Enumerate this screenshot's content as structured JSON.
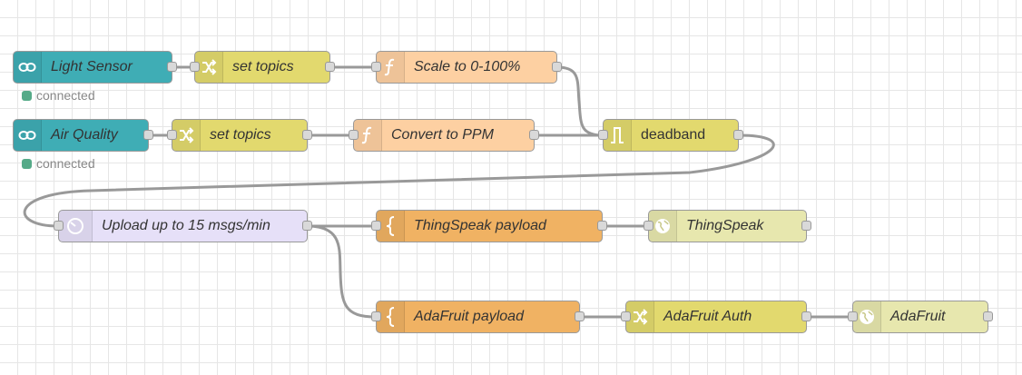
{
  "colors": {
    "wire": "#999999",
    "arduino": "#3fadb5",
    "change": "#e2d96e",
    "function": "#fdd0a2",
    "deadband": "#e2d96e",
    "delay": "#e6e0f8",
    "template": "#f0b263",
    "http": "#e7e7ae",
    "status_connected": "#55aa88"
  },
  "nodes": {
    "light_sensor": {
      "label": "Light Sensor",
      "icon": "arduino-icon"
    },
    "set_topics_1": {
      "label": "set topics",
      "icon": "shuffle-icon"
    },
    "scale": {
      "label": "Scale to 0-100%",
      "icon": "function-icon"
    },
    "air_quality": {
      "label": "Air Quality",
      "icon": "arduino-icon"
    },
    "set_topics_2": {
      "label": "set topics",
      "icon": "shuffle-icon"
    },
    "convert": {
      "label": "Convert to PPM",
      "icon": "function-icon"
    },
    "deadband": {
      "label": "deadband",
      "icon": "rbe-icon"
    },
    "upload": {
      "label": "Upload up to 15 msgs/min",
      "icon": "timer-icon"
    },
    "thingspeak_payload": {
      "label": "ThingSpeak payload",
      "icon": "template-icon"
    },
    "thingspeak": {
      "label": "ThingSpeak",
      "icon": "globe-icon"
    },
    "adafruit_payload": {
      "label": "AdaFruit payload",
      "icon": "template-icon"
    },
    "adafruit_auth": {
      "label": "AdaFruit Auth",
      "icon": "shuffle-icon"
    },
    "adafruit": {
      "label": "AdaFruit",
      "icon": "globe-icon"
    }
  },
  "status": {
    "light_sensor": "connected",
    "air_quality": "connected"
  }
}
